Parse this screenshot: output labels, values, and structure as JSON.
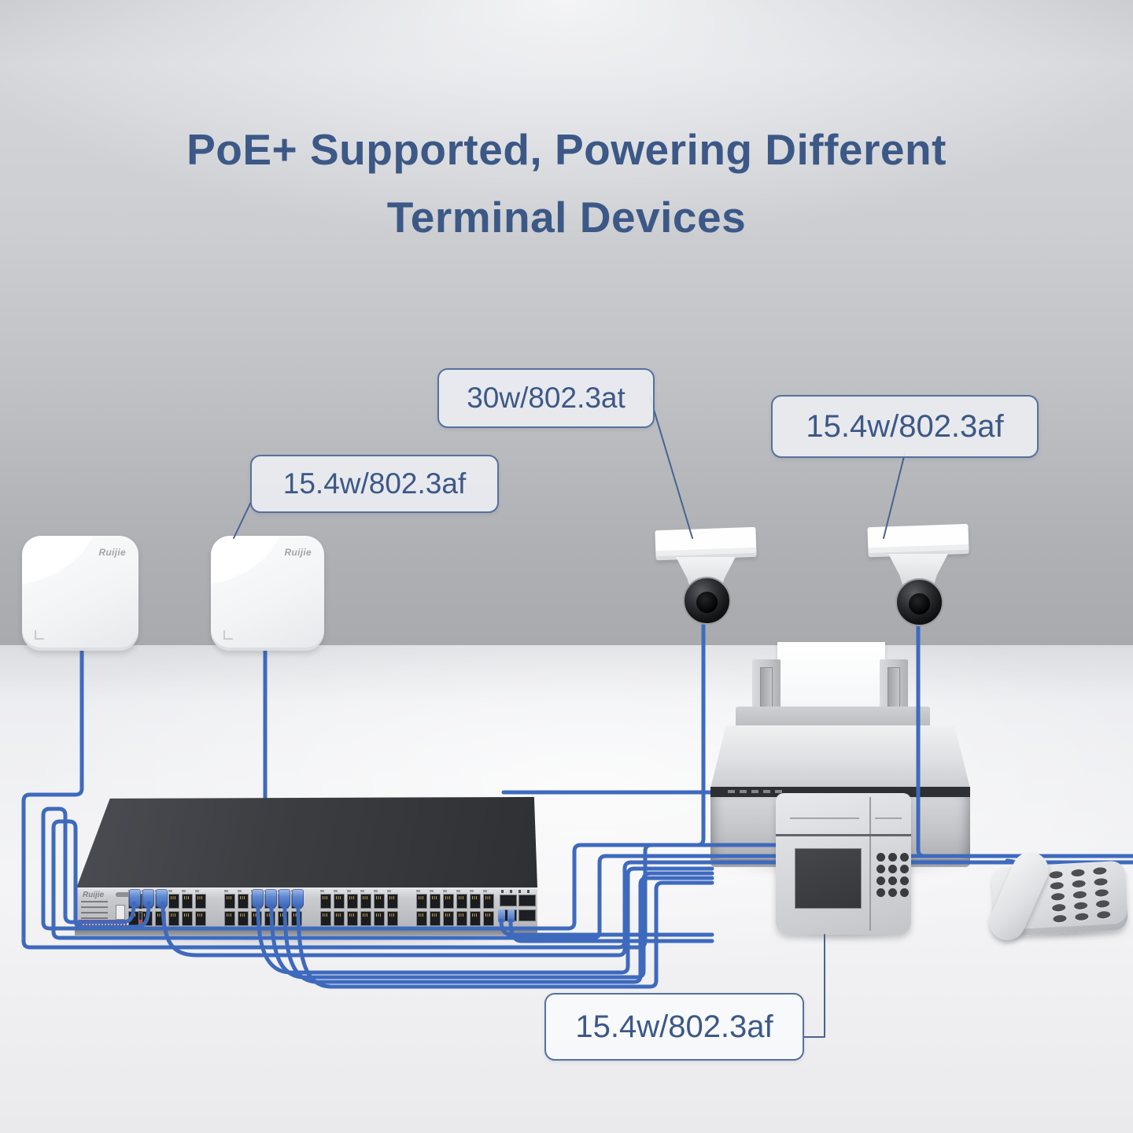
{
  "title": {
    "line1": "PoE+ Supported, Powering Different",
    "line2": "Terminal Devices"
  },
  "power_labels": {
    "access_points": "15.4w/802.3af",
    "camera_left": "30w/802.3at",
    "camera_right": "15.4w/802.3af",
    "access_controller": "15.4w/802.3af"
  },
  "brand": "Ruijie",
  "switch": {
    "port_groups": 4,
    "ports_per_group": 12,
    "sfp_slots": 4
  },
  "colors": {
    "title_text": "#3c5886",
    "cable_blue": "#3e6abe",
    "label_border": "#56719c",
    "label_text": "#3c5886"
  }
}
